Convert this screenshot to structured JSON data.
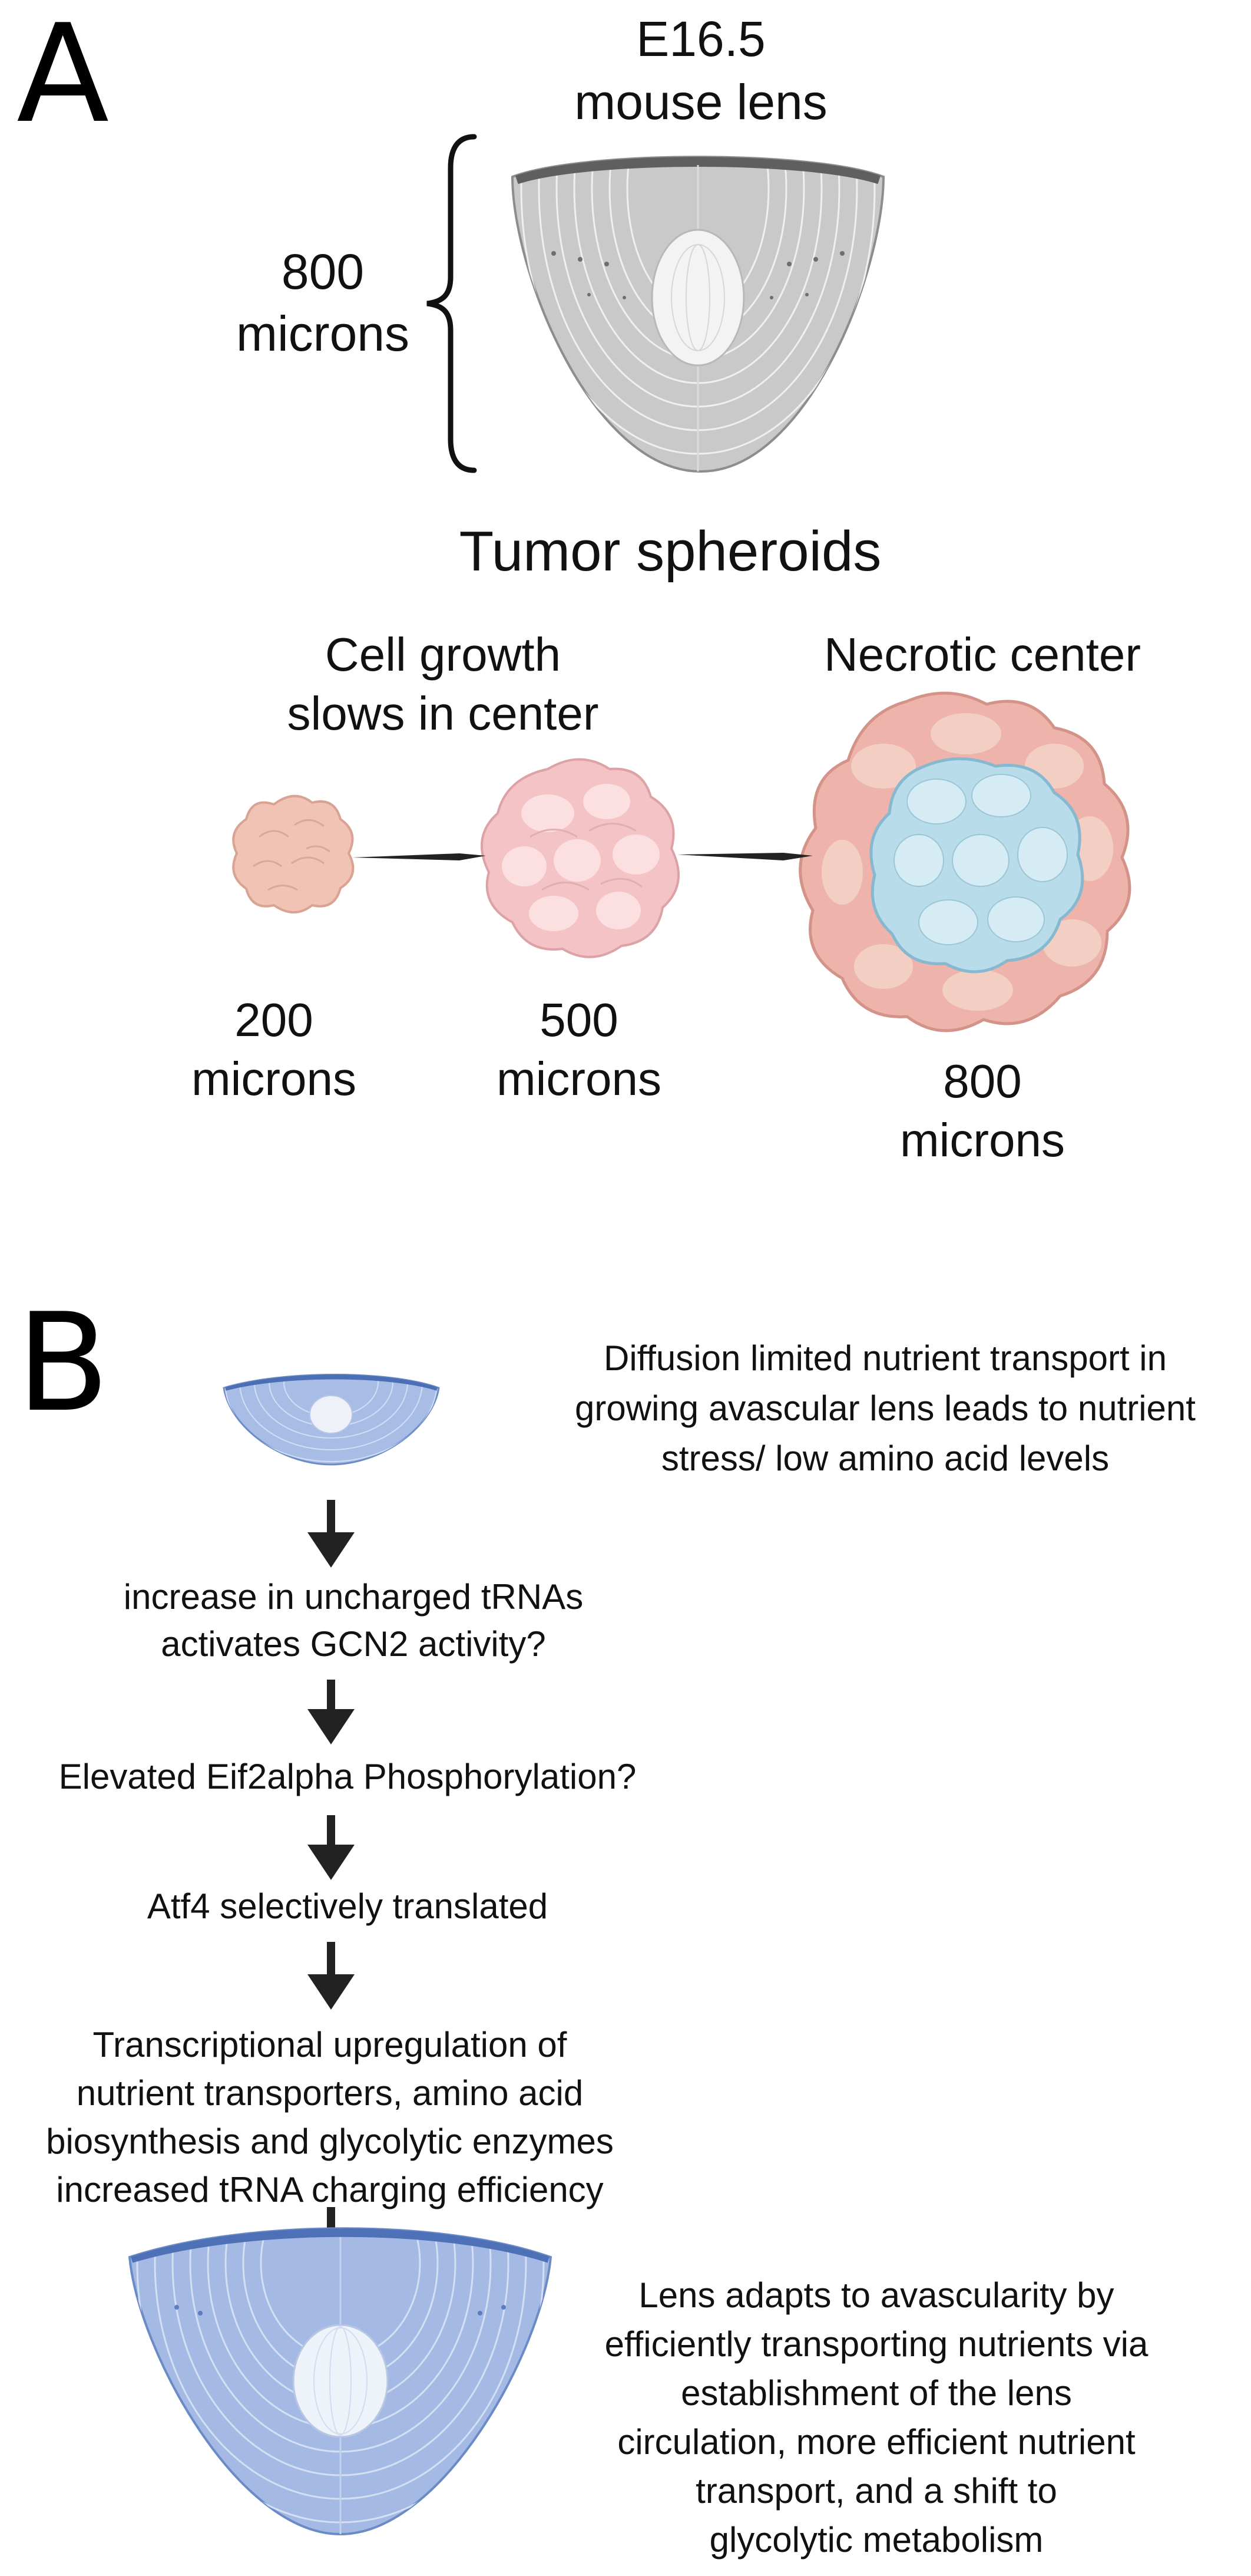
{
  "panel_a": {
    "letter": "A",
    "lens_title": [
      "E16.5",
      "mouse lens"
    ],
    "lens_size": [
      "800",
      "microns"
    ],
    "spheroids_title": "Tumor spheroids",
    "growth_label": [
      "Cell growth",
      "slows in center"
    ],
    "necrotic_label": "Necrotic center",
    "sizes": [
      [
        "200",
        "microns"
      ],
      [
        "500",
        "microns"
      ],
      [
        "800",
        "microns"
      ]
    ]
  },
  "panel_b": {
    "letter": "B",
    "top_text": [
      "Diffusion limited nutrient transport in",
      "growing avascular lens leads to nutrient",
      "stress/ low amino acid levels"
    ],
    "steps": [
      [
        "increase in uncharged tRNAs",
        "activates GCN2 activity?"
      ],
      [
        "Elevated Eif2alpha Phosphorylation?"
      ],
      [
        "Atf4 selectively translated"
      ],
      [
        "Transcriptional upregulation of",
        "nutrient transporters, amino acid",
        "biosynthesis and glycolytic enzymes",
        "increased  tRNA charging efficiency"
      ]
    ],
    "bottom_text": [
      "Lens adapts to avascularity by",
      "efficiently transporting nutrients via",
      "establishment of the lens",
      "circulation, more efficient nutrient",
      "transport, and a shift to",
      "glycolytic metabolism"
    ]
  },
  "colors": {
    "lens_gray": "#c6c6c6",
    "lens_blue": "#a3b9e3",
    "spheroid_pink": "#efb3ad",
    "necrotic_blue": "#b5dbe9"
  }
}
